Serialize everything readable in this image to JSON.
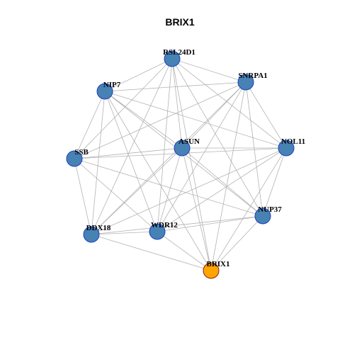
{
  "title": "BRIX1",
  "colors": {
    "node_default": "#4682b4",
    "node_focus": "#ffa500",
    "edge": "#b3b3b3"
  },
  "network": {
    "focus": "BRIX1",
    "nodes": [
      "RSL24D1",
      "SNRPA1",
      "NIP7",
      "ASUN",
      "NOL11",
      "SSB",
      "NUP37",
      "DDX18",
      "WDR12",
      "BRIX1"
    ],
    "edges": [
      [
        "RSL24D1",
        "SNRPA1"
      ],
      [
        "RSL24D1",
        "NIP7"
      ],
      [
        "RSL24D1",
        "ASUN"
      ],
      [
        "RSL24D1",
        "NOL11"
      ],
      [
        "RSL24D1",
        "SSB"
      ],
      [
        "RSL24D1",
        "NUP37"
      ],
      [
        "RSL24D1",
        "DDX18"
      ],
      [
        "RSL24D1",
        "WDR12"
      ],
      [
        "RSL24D1",
        "BRIX1"
      ],
      [
        "SNRPA1",
        "NIP7"
      ],
      [
        "SNRPA1",
        "ASUN"
      ],
      [
        "SNRPA1",
        "NOL11"
      ],
      [
        "SNRPA1",
        "SSB"
      ],
      [
        "SNRPA1",
        "NUP37"
      ],
      [
        "SNRPA1",
        "DDX18"
      ],
      [
        "SNRPA1",
        "WDR12"
      ],
      [
        "SNRPA1",
        "BRIX1"
      ],
      [
        "NIP7",
        "ASUN"
      ],
      [
        "NIP7",
        "NOL11"
      ],
      [
        "NIP7",
        "SSB"
      ],
      [
        "NIP7",
        "NUP37"
      ],
      [
        "NIP7",
        "DDX18"
      ],
      [
        "NIP7",
        "WDR12"
      ],
      [
        "NIP7",
        "BRIX1"
      ],
      [
        "ASUN",
        "NOL11"
      ],
      [
        "ASUN",
        "SSB"
      ],
      [
        "ASUN",
        "NUP37"
      ],
      [
        "ASUN",
        "DDX18"
      ],
      [
        "ASUN",
        "WDR12"
      ],
      [
        "ASUN",
        "BRIX1"
      ],
      [
        "NOL11",
        "SSB"
      ],
      [
        "NOL11",
        "NUP37"
      ],
      [
        "NOL11",
        "DDX18"
      ],
      [
        "NOL11",
        "WDR12"
      ],
      [
        "NOL11",
        "BRIX1"
      ],
      [
        "SSB",
        "NUP37"
      ],
      [
        "SSB",
        "DDX18"
      ],
      [
        "SSB",
        "WDR12"
      ],
      [
        "NUP37",
        "DDX18"
      ],
      [
        "NUP37",
        "WDR12"
      ],
      [
        "NUP37",
        "BRIX1"
      ],
      [
        "DDX18",
        "WDR12"
      ],
      [
        "DDX18",
        "BRIX1"
      ],
      [
        "WDR12",
        "BRIX1"
      ]
    ]
  }
}
